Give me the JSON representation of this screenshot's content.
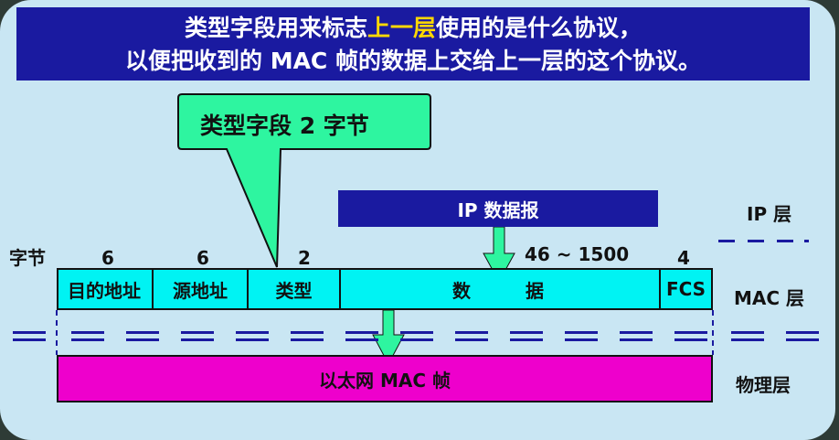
{
  "banner": {
    "line1_before": "类型字段用来标志",
    "line1_highlight": "上一层",
    "line1_after": "使用的是什么协议，",
    "line2": "以便把收到的 MAC 帧的数据上交给上一层的这个协议。"
  },
  "callout": {
    "text": "类型字段 2 字节"
  },
  "ip_datagram": {
    "label": "IP 数据报"
  },
  "byte_row": {
    "label": "字节",
    "sizes": [
      "6",
      "6",
      "2",
      "46 ~ 1500",
      "4"
    ]
  },
  "frame_fields": [
    "目的地址",
    "源地址",
    "类型",
    "数",
    "据",
    "FCS"
  ],
  "ethernet_frame": {
    "label": "以太网 MAC 帧"
  },
  "layers": {
    "ip": "IP 层",
    "mac": "MAC 层",
    "physical": "物理层"
  },
  "colors": {
    "banner_bg": "#1a1aa0",
    "highlight": "#ffd800",
    "frame_fill": "#00f3f3",
    "callout_fill": "#2ef5a0",
    "ethernet_fill": "#ee00cc",
    "panel_bg": "#c9e6f3"
  }
}
